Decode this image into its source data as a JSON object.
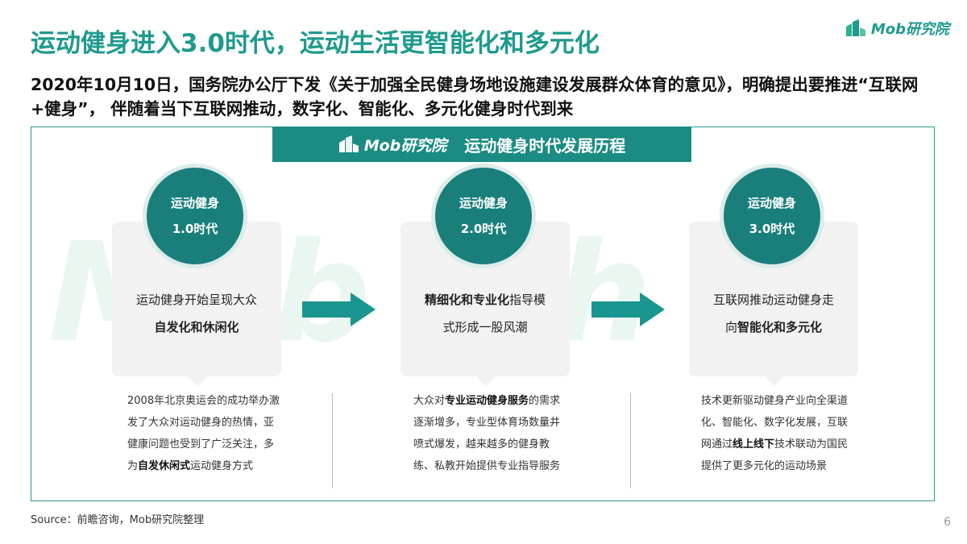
{
  "title": "运动健身进入3.0时代，运动生活更智能化和多元化",
  "brand": "Mob研究院",
  "subtitle": "2020年10月10日，国务院办公厅下发《关于加强全民健身场地设施建设发展群众体育的意见》，明确提出要推进“互联网+健身”， 伴随着当下互联网推动，数字化、智能化、多元化健身时代到来",
  "banner": {
    "brand": "Mob研究院",
    "title": "运动健身时代发展历程"
  },
  "watermark": "Mob rch",
  "stages": [
    {
      "circle_line1": "运动健身",
      "circle_line2": "1.0时代",
      "text_line1": "运动健身开始呈现大众",
      "text_line2": "自发化和休闲化",
      "desc_plain": "2008年北京奥运会的成功举办激发了大众对运动健身的热情，亚健康问题也受到了广泛关注，多为",
      "desc_bold": "自发休闲式",
      "desc_tail": "运动健身方式"
    },
    {
      "circle_line1": "运动健身",
      "circle_line2": "2.0时代",
      "text_bold": "精细化和专业化",
      "text_rest": "指导模",
      "text_line2": "式形成一股风潮",
      "desc_pre": "大众对",
      "desc_bold": "专业运动健身服务",
      "desc_rest": "的需求逐渐增多，专业型体育场数量井喷式爆发，越来越多的健身教练、私教开始提供专业指导服务"
    },
    {
      "circle_line1": "运动健身",
      "circle_line2": "3.0时代",
      "text_line1": "互联网推动运动健身走",
      "text_pre": "向",
      "text_bold": "智能化和多元化",
      "desc_plain": "技术更新驱动健身产业向全渠道化、智能化、数字化发展，互联网通过",
      "desc_bold": "线上线下",
      "desc_tail": "技术联动为国民提供了更多元化的运动场景"
    }
  ],
  "source": "Source：前瞻咨询，Mob研究院整理",
  "page_number": "6",
  "colors": {
    "accent": "#1e9a8e",
    "banner": "#1b8c83",
    "circle": "#1a7f7a",
    "card": "#f2f2f2"
  }
}
